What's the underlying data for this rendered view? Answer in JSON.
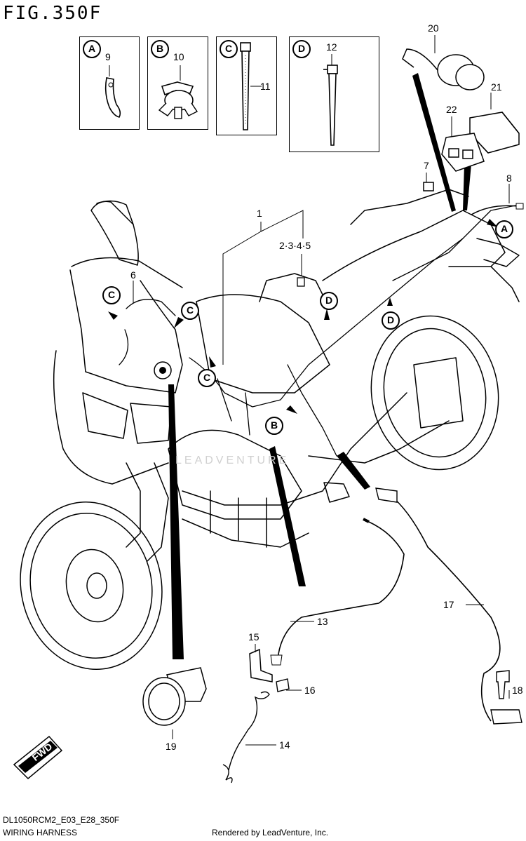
{
  "figure": {
    "title": "FIG.350F",
    "code": "DL1050RCM2_E03_E28_350F",
    "caption": "WIRING HARNESS",
    "credit": "Rendered by LeadVenture, Inc.",
    "watermark": "LEADVENTURE"
  },
  "insets": [
    {
      "letter": "A",
      "part": "9"
    },
    {
      "letter": "B",
      "part": "10"
    },
    {
      "letter": "C",
      "part": "11"
    },
    {
      "letter": "D",
      "part": "12"
    }
  ],
  "parts": {
    "p1": "1",
    "p2345": "2·3·4·5",
    "p6": "6",
    "p7": "7",
    "p8": "8",
    "p13": "13",
    "p14": "14",
    "p15": "15",
    "p16": "16",
    "p17": "17",
    "p18": "18",
    "p19": "19",
    "p20": "20",
    "p21": "21",
    "p22": "22"
  },
  "callouts": {
    "a": "A",
    "b": "B",
    "c": "C",
    "d": "D"
  },
  "fwd_label": "FWD"
}
